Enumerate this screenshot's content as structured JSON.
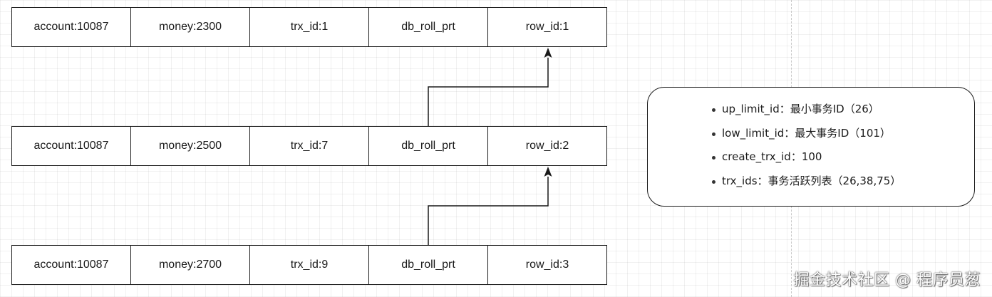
{
  "records": [
    {
      "account": "account:10087",
      "money": "money:2300",
      "trx_id": "trx_id:1",
      "db_roll_ptr": "db_roll_prt",
      "row_id": "row_id:1"
    },
    {
      "account": "account:10087",
      "money": "money:2500",
      "trx_id": "trx_id:7",
      "db_roll_ptr": "db_roll_prt",
      "row_id": "row_id:2"
    },
    {
      "account": "account:10087",
      "money": "money:2700",
      "trx_id": "trx_id:9",
      "db_roll_ptr": "db_roll_prt",
      "row_id": "row_id:3"
    }
  ],
  "connections": [
    {
      "from": "records.2.db_roll_ptr",
      "to": "records.1.row_id"
    },
    {
      "from": "records.1.db_roll_ptr",
      "to": "records.0.row_id"
    }
  ],
  "read_view": {
    "items": [
      "up_limit_id：最小事务ID（26）",
      "low_limit_id：最大事务ID（101）",
      "create_trx_id：100",
      "trx_ids：事务活跃列表（26,38,75）"
    ]
  },
  "watermark": "掘金技术社区 @ 程序员葱",
  "colors": {
    "line": "#1a1a1a",
    "background": "#ffffff",
    "grid": "#e6e6e6"
  }
}
